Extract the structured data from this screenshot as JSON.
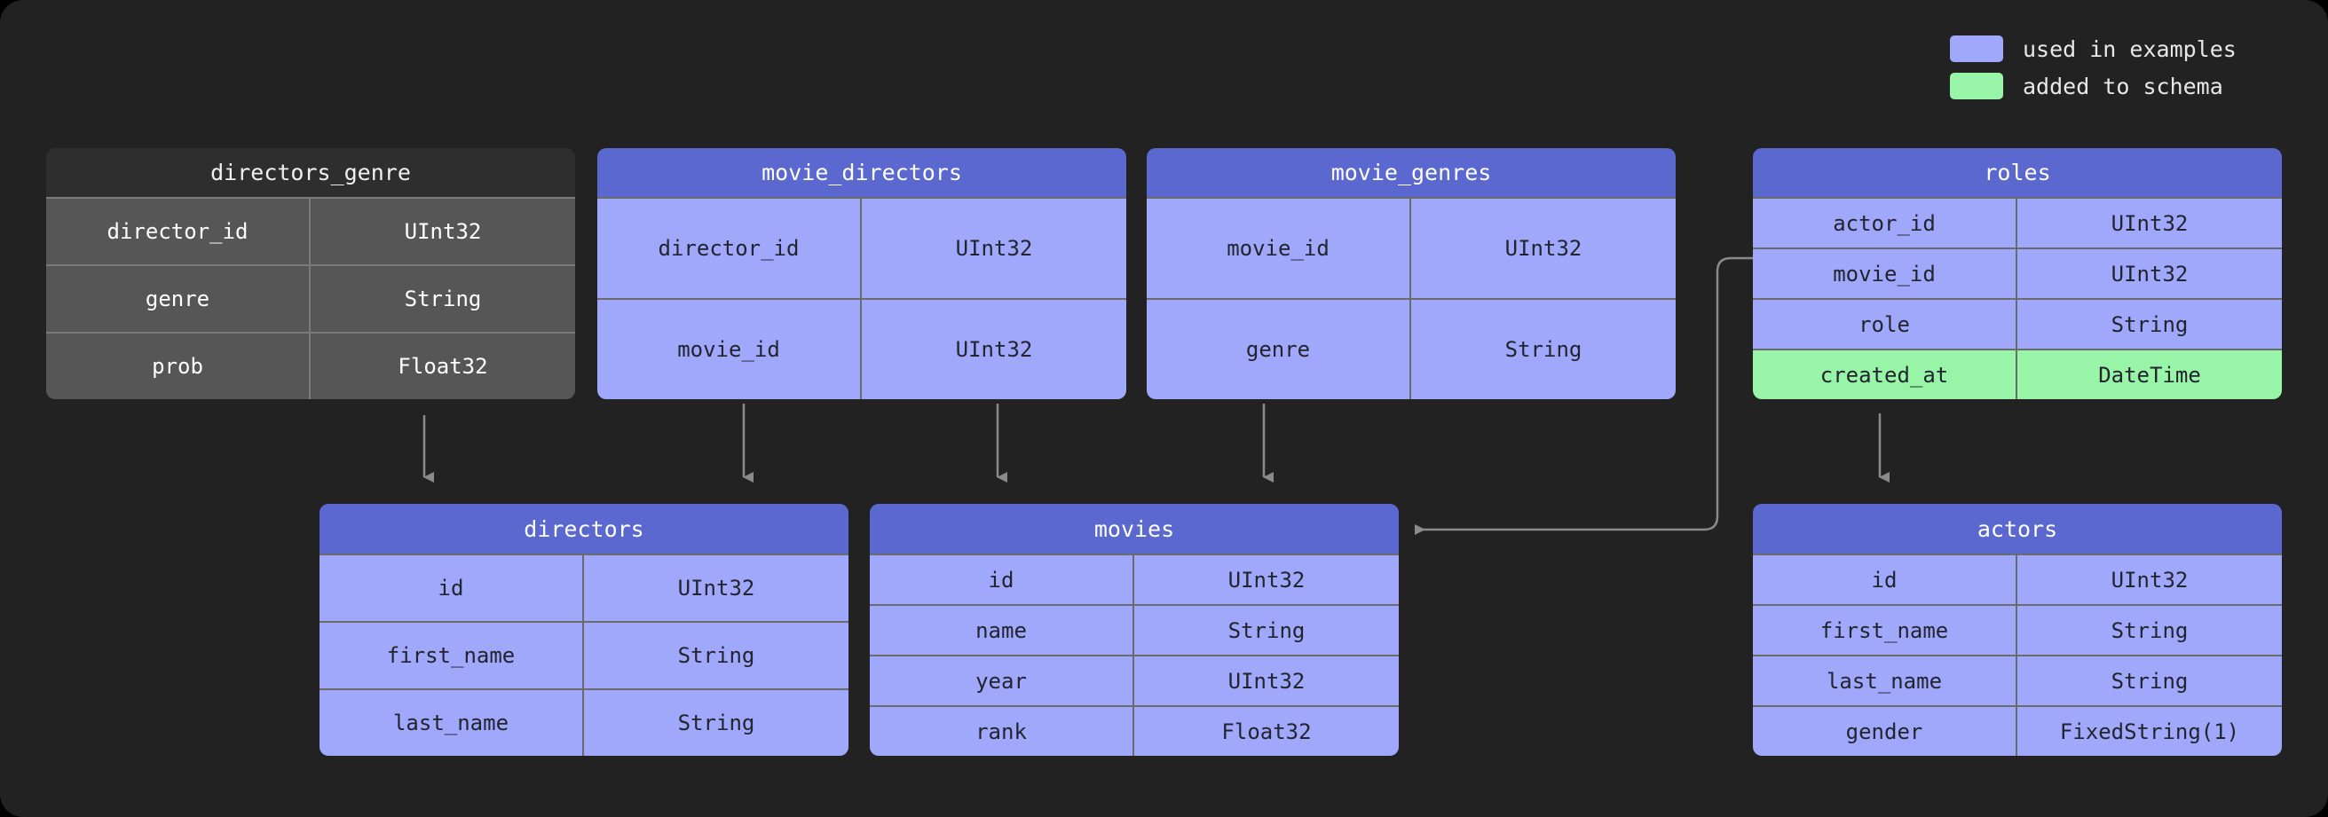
{
  "legend": {
    "items": [
      {
        "label": "used in examples",
        "color": "#9fa8fa",
        "swatch_name": "used-in-examples"
      },
      {
        "label": "added to schema",
        "color": "#98f5a8",
        "swatch_name": "added-to-schema"
      }
    ]
  },
  "colors": {
    "background": "#222222",
    "blue_header": "#5a68cf",
    "blue_row": "#9fa8fa",
    "green_row": "#98f5a8",
    "gray_header": "#2e2e2e",
    "gray_row": "#565656",
    "connector": "#8a8a8a"
  },
  "tables": {
    "directors_genre": {
      "title": "directors_genre",
      "style": "gray",
      "columns": [
        {
          "name": "director_id",
          "type": "UInt32",
          "highlight": "none"
        },
        {
          "name": "genre",
          "type": "String",
          "highlight": "none"
        },
        {
          "name": "prob",
          "type": "Float32",
          "highlight": "none"
        }
      ]
    },
    "movie_directors": {
      "title": "movie_directors",
      "style": "blue",
      "columns": [
        {
          "name": "director_id",
          "type": "UInt32",
          "highlight": "none"
        },
        {
          "name": "movie_id",
          "type": "UInt32",
          "highlight": "none"
        }
      ]
    },
    "movie_genres": {
      "title": "movie_genres",
      "style": "blue",
      "columns": [
        {
          "name": "movie_id",
          "type": "UInt32",
          "highlight": "none"
        },
        {
          "name": "genre",
          "type": "String",
          "highlight": "none"
        }
      ]
    },
    "roles": {
      "title": "roles",
      "style": "blue",
      "columns": [
        {
          "name": "actor_id",
          "type": "UInt32",
          "highlight": "none"
        },
        {
          "name": "movie_id",
          "type": "UInt32",
          "highlight": "none"
        },
        {
          "name": "role",
          "type": "String",
          "highlight": "none"
        },
        {
          "name": "created_at",
          "type": "DateTime",
          "highlight": "added"
        }
      ]
    },
    "directors": {
      "title": "directors",
      "style": "blue",
      "columns": [
        {
          "name": "id",
          "type": "UInt32",
          "highlight": "none"
        },
        {
          "name": "first_name",
          "type": "String",
          "highlight": "none"
        },
        {
          "name": "last_name",
          "type": "String",
          "highlight": "none"
        }
      ]
    },
    "movies": {
      "title": "movies",
      "style": "blue",
      "columns": [
        {
          "name": "id",
          "type": "UInt32",
          "highlight": "none"
        },
        {
          "name": "name",
          "type": "String",
          "highlight": "none"
        },
        {
          "name": "year",
          "type": "UInt32",
          "highlight": "none"
        },
        {
          "name": "rank",
          "type": "Float32",
          "highlight": "none"
        }
      ]
    },
    "actors": {
      "title": "actors",
      "style": "blue",
      "columns": [
        {
          "name": "id",
          "type": "UInt32",
          "highlight": "none"
        },
        {
          "name": "first_name",
          "type": "String",
          "highlight": "none"
        },
        {
          "name": "last_name",
          "type": "String",
          "highlight": "none"
        },
        {
          "name": "gender",
          "type": "FixedString(1)",
          "highlight": "none"
        }
      ]
    }
  },
  "relationships": [
    {
      "from": "directors_genre",
      "to": "directors",
      "kind": "down-arrow"
    },
    {
      "from": "movie_directors",
      "to": "directors",
      "kind": "down-arrow"
    },
    {
      "from": "movie_directors",
      "to": "movies",
      "kind": "down-arrow"
    },
    {
      "from": "movie_genres",
      "to": "movies",
      "kind": "down-arrow"
    },
    {
      "from": "roles",
      "to": "movies",
      "kind": "elbow-left-arrow"
    },
    {
      "from": "roles",
      "to": "actors",
      "kind": "down-arrow"
    }
  ]
}
